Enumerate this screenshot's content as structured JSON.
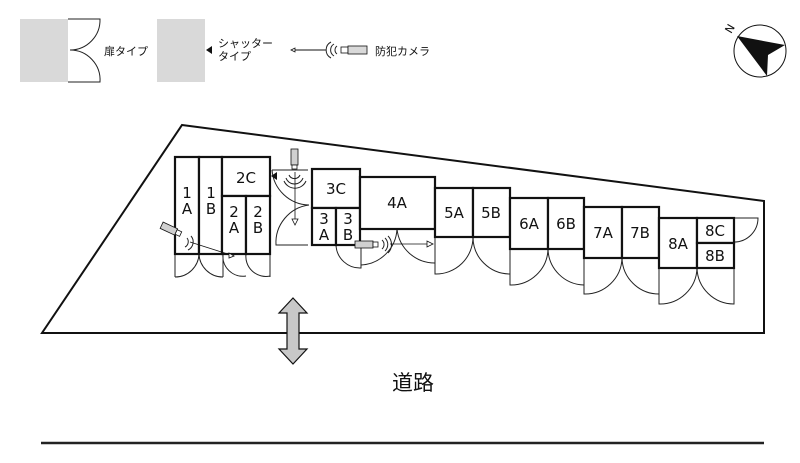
{
  "legend": {
    "door_type": "扉タイプ",
    "shutter_type_line1": "シャッター",
    "shutter_type_line2": "タイプ",
    "camera": "防犯カメラ"
  },
  "compass": {
    "label": "N"
  },
  "road": {
    "label": "道路"
  },
  "units": [
    {
      "id": "1A",
      "line1": "1",
      "line2": "A"
    },
    {
      "id": "1B",
      "line1": "1",
      "line2": "B"
    },
    {
      "id": "2C",
      "line1": "2C"
    },
    {
      "id": "2A",
      "line1": "2",
      "line2": "A"
    },
    {
      "id": "2B",
      "line1": "2",
      "line2": "B"
    },
    {
      "id": "3C",
      "line1": "3C"
    },
    {
      "id": "3A",
      "line1": "3",
      "line2": "A"
    },
    {
      "id": "3B",
      "line1": "3",
      "line2": "B"
    },
    {
      "id": "4A",
      "line1": "4A"
    },
    {
      "id": "5A",
      "line1": "5A"
    },
    {
      "id": "5B",
      "line1": "5B"
    },
    {
      "id": "6A",
      "line1": "6A"
    },
    {
      "id": "6B",
      "line1": "6B"
    },
    {
      "id": "7A",
      "line1": "7A"
    },
    {
      "id": "7B",
      "line1": "7B"
    },
    {
      "id": "8A",
      "line1": "8A"
    },
    {
      "id": "8C",
      "line1": "8C"
    },
    {
      "id": "8B",
      "line1": "8B"
    }
  ],
  "colors": {
    "legend_fill": "#d9d9d9",
    "arrow_fill": "#c8c8c8",
    "line": "#111111"
  }
}
